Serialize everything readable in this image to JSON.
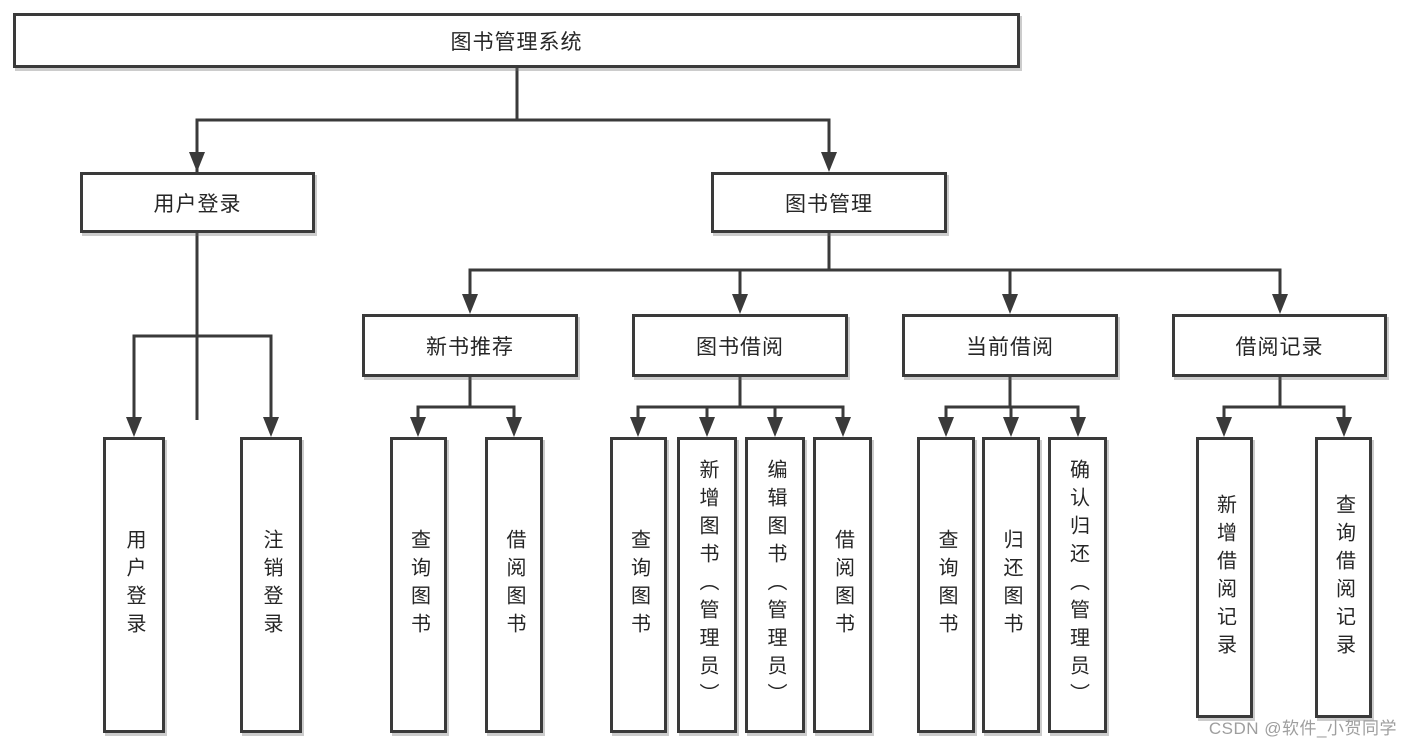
{
  "diagram": {
    "root": {
      "label": "图书管理系统"
    },
    "branches": [
      {
        "label": "用户登录",
        "children": [
          {
            "label": "用户登录"
          },
          {
            "label": "注销登录"
          }
        ]
      },
      {
        "label": "图书管理",
        "children": [
          {
            "label": "新书推荐",
            "children": [
              {
                "label": "查询图书"
              },
              {
                "label": "借阅图书"
              }
            ]
          },
          {
            "label": "图书借阅",
            "children": [
              {
                "label": "查询图书"
              },
              {
                "label": "新增图书（管理员）"
              },
              {
                "label": "编辑图书（管理员）"
              },
              {
                "label": "借阅图书"
              }
            ]
          },
          {
            "label": "当前借阅",
            "children": [
              {
                "label": "查询图书"
              },
              {
                "label": "归还图书"
              },
              {
                "label": "确认归还（管理员）"
              }
            ]
          },
          {
            "label": "借阅记录",
            "children": [
              {
                "label": "新增借阅记录"
              },
              {
                "label": "查询借阅记录"
              }
            ]
          }
        ]
      }
    ]
  },
  "colors": {
    "line": "#3a3a3a",
    "text": "#262626",
    "background": "#ffffff",
    "watermark": "#9e9e9e"
  },
  "watermark": {
    "text": "CSDN @软件_小贺同学"
  }
}
